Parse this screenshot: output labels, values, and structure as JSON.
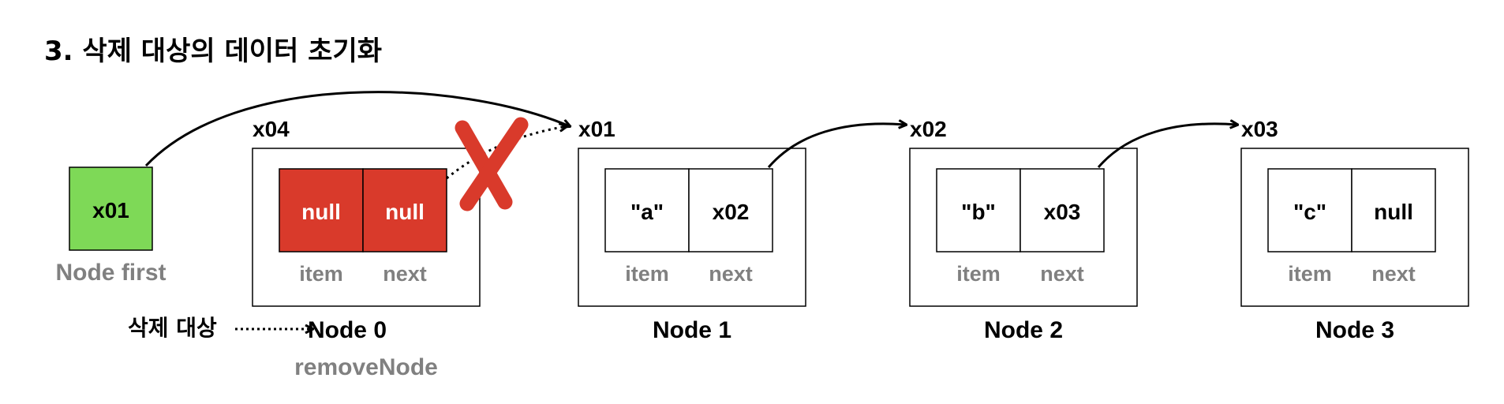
{
  "title": "3. 삭제 대상의 데이터 초기화",
  "first": {
    "value": "x01",
    "label": "Node first"
  },
  "removed": {
    "address": "x04",
    "item": "null",
    "next": "null",
    "item_label": "item",
    "next_label": "next",
    "name": "Node 0",
    "sub_label": "removeNode",
    "delete_label": "삭제 대상"
  },
  "nodes": [
    {
      "address": "x01",
      "item": "\"a\"",
      "next": "x02",
      "item_label": "item",
      "next_label": "next",
      "name": "Node 1"
    },
    {
      "address": "x02",
      "item": "\"b\"",
      "next": "x03",
      "item_label": "item",
      "next_label": "next",
      "name": "Node 2"
    },
    {
      "address": "x03",
      "item": "\"c\"",
      "next": "null",
      "item_label": "item",
      "next_label": "next",
      "name": "Node 3"
    }
  ],
  "colors": {
    "first_fill": "#7ED957",
    "removed_fill": "#D93A2B",
    "cross": "#D93A2B",
    "label_gray": "#808080"
  }
}
